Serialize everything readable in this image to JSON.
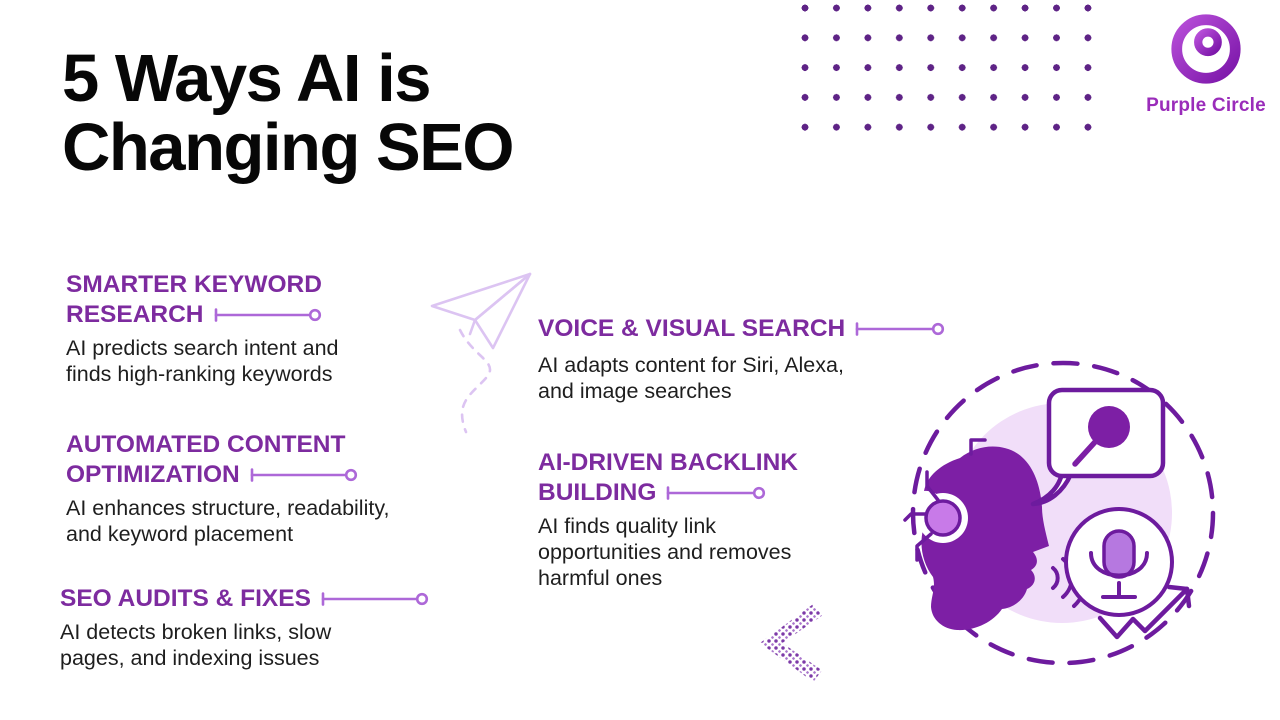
{
  "title": {
    "text": "5 Ways AI is\nChanging SEO"
  },
  "brand": {
    "logo_text": "Purple Circle"
  },
  "sections": [
    {
      "heading": "SMARTER KEYWORD\nRESEARCH",
      "body": "AI predicts search intent and\nfinds high-ranking keywords"
    },
    {
      "heading": "AUTOMATED CONTENT\nOPTIMIZATION",
      "body": "AI enhances structure, readability,\nand keyword placement"
    },
    {
      "heading": "SEO AUDITS & FIXES",
      "body": "AI detects broken links, slow\npages, and indexing issues"
    },
    {
      "heading": "VOICE & VISUAL SEARCH",
      "body": "AI adapts content for Siri, Alexa,\nand image searches"
    },
    {
      "heading": "AI-DRIVEN BACKLINK\nBUILDING",
      "body": "AI finds quality link\nopportunities and removes\nharmful ones"
    }
  ],
  "icons": {
    "logo-mark-icon": "letter-p-in-gradient-ring",
    "connector-line-icon": "tick-horizontal-line-ending-in-ring",
    "dots-grid": "10x5-purple-dot-matrix",
    "paper-plane-icon": "outlined-paper-plane-with-dashed-trail",
    "halftone-chevron-icon": "left-pointing-dotted-chevron",
    "head-silhouette-icon": "side-profile-head-with-circuit-node",
    "search-bubble-icon": "speech-bubble-with-magnifier",
    "microphone-icon": "microphone-in-circle-badge",
    "sound-waves-icon": "three-concentric-arcs",
    "growth-arrow-icon": "zigzag-arrow-up-right",
    "dashed-circle": "dashed-ring-around-illustration"
  },
  "colors": {
    "bg": "#ffffff",
    "title": "#070707",
    "heading": "#7d2b9f",
    "body": "#1e1e1e",
    "connector": "#ad68d8",
    "dots": "#5e2386",
    "logo": "#9a2cba",
    "stroke": "#6d1b9e",
    "head": "#7d1fa5",
    "lavender": "#f1def9",
    "node": "#c87ae8",
    "mic": "#b678e0",
    "plane": "#dcc4f2"
  }
}
